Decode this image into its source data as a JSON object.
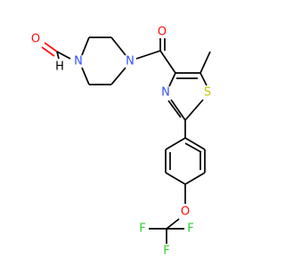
{
  "colors": {
    "carbon": "#000000",
    "oxygen": "#ff0d0d",
    "nitrogen": "#3050f8",
    "sulfur": "#c6c600",
    "fluorine": "#33cc33"
  },
  "atoms": {
    "aldehyde_o": "O",
    "aldehyde_h": "H",
    "piperazine_n1": "N",
    "piperazine_n4": "N",
    "carbonyl_o": "O",
    "thiazole_n": "N",
    "thiazole_s": "S",
    "ether_o": "O",
    "f1": "F",
    "f2": "F",
    "f3": "F"
  }
}
